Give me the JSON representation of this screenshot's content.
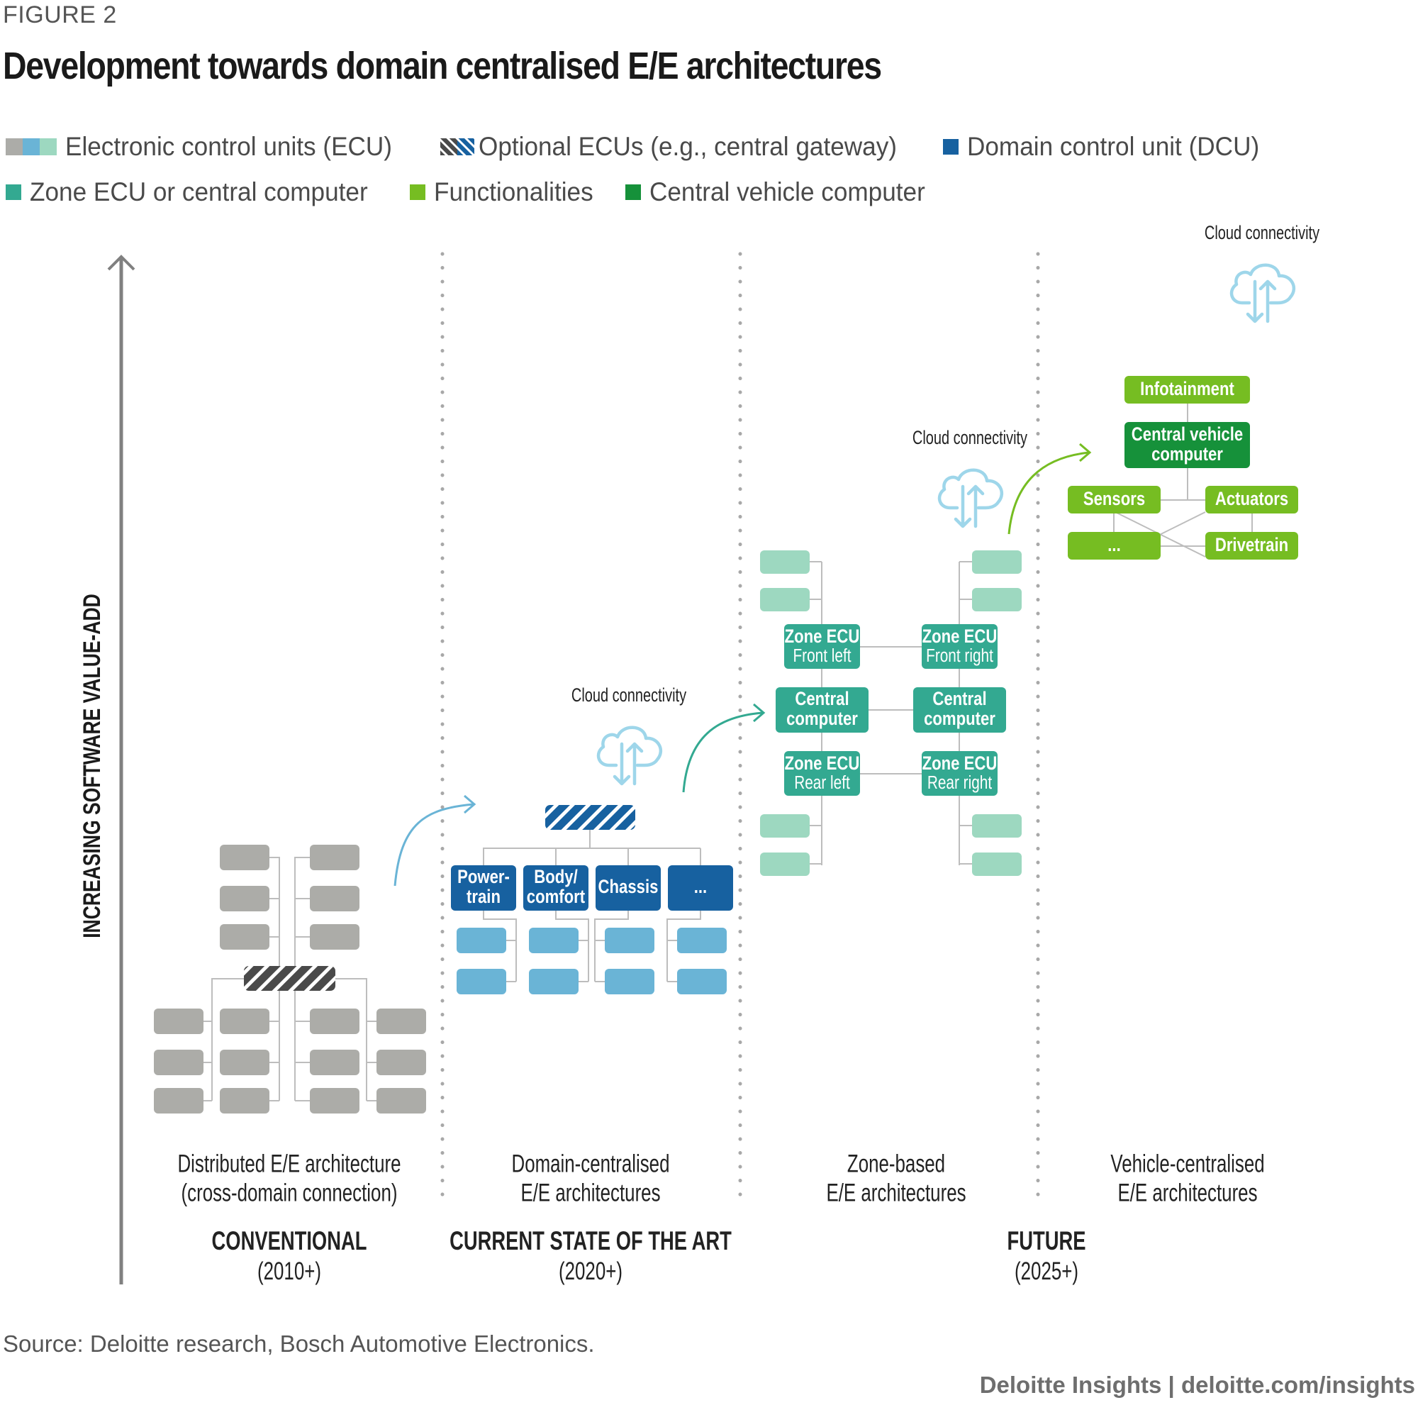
{
  "figure_label": "FIGURE 2",
  "title": "Development towards domain centralised E/E architectures",
  "legend": [
    {
      "label": "Electronic control units (ECU)",
      "icon": "ecu-swatch-icon",
      "colors": [
        "#acaca8",
        "#6ab4d6",
        "#9dd8c0"
      ]
    },
    {
      "label": "Optional ECUs (e.g., central gateway)",
      "icon": "hatched-swatch-icon",
      "colors": [
        "#4a4a4a",
        "#1761a0"
      ]
    },
    {
      "label": "Domain control unit (DCU)",
      "icon": "dcu-swatch-icon",
      "colors": [
        "#1761a0"
      ]
    },
    {
      "label": "Zone ECU or central computer",
      "icon": "zone-swatch-icon",
      "colors": [
        "#33a991"
      ]
    },
    {
      "label": "Functionalities",
      "icon": "functionality-swatch-icon",
      "colors": [
        "#76bd22"
      ]
    },
    {
      "label": "Central vehicle computer",
      "icon": "cvc-swatch-icon",
      "colors": [
        "#16913a"
      ]
    }
  ],
  "colors": {
    "ecu_grey": "#acaca8",
    "ecu_blue": "#6ab4d6",
    "ecu_mint": "#9dd8c0",
    "gateway_dark": "#4a4a4a",
    "dcu_blue": "#1761a0",
    "zone_teal": "#33a991",
    "functionality_green": "#76bd22",
    "cvc_green": "#16913a",
    "cloud_light_blue": "#9ed6ea",
    "connector_grey": "#bdbdbd",
    "axis_grey": "#808080",
    "arrow_blue": "#6ab4d6",
    "arrow_teal": "#33a991",
    "arrow_green": "#76bd22"
  },
  "axis_label": "INCREASING SOFTWARE VALUE-ADD",
  "cloud_label": "Cloud connectivity",
  "domain_units": [
    "Power-|train",
    "Body/|comfort",
    "Chassis",
    "..."
  ],
  "zone_units": {
    "front_left": {
      "title": "Zone ECU",
      "sub": "Front left"
    },
    "front_right": {
      "title": "Zone ECU",
      "sub": "Front right"
    },
    "rear_left": {
      "title": "Zone ECU",
      "sub": "Rear left"
    },
    "rear_right": {
      "title": "Zone ECU",
      "sub": "Rear right"
    },
    "central_left": "Central|computer",
    "central_right": "Central|computer"
  },
  "vehicle_units": {
    "infotainment": "Infotainment",
    "central": "Central vehicle|computer",
    "sensors": "Sensors",
    "actuators": "Actuators",
    "more": "...",
    "drivetrain": "Drivetrain"
  },
  "stages": [
    {
      "description": "Distributed E/E architecture|(cross-domain connection)"
    },
    {
      "description": "Domain-centralised|E/E architectures"
    },
    {
      "description": "Zone-based|E/E architectures"
    },
    {
      "description": "Vehicle-centralised|E/E architectures"
    }
  ],
  "eras": [
    {
      "name": "CONVENTIONAL",
      "years": "(2010+)"
    },
    {
      "name": "CURRENT STATE OF THE ART",
      "years": "(2020+)"
    },
    {
      "name": "FUTURE",
      "years": "(2025+)"
    }
  ],
  "source": "Source: Deloitte research, Bosch Automotive Electronics.",
  "footer": "Deloitte Insights | deloitte.com/insights"
}
